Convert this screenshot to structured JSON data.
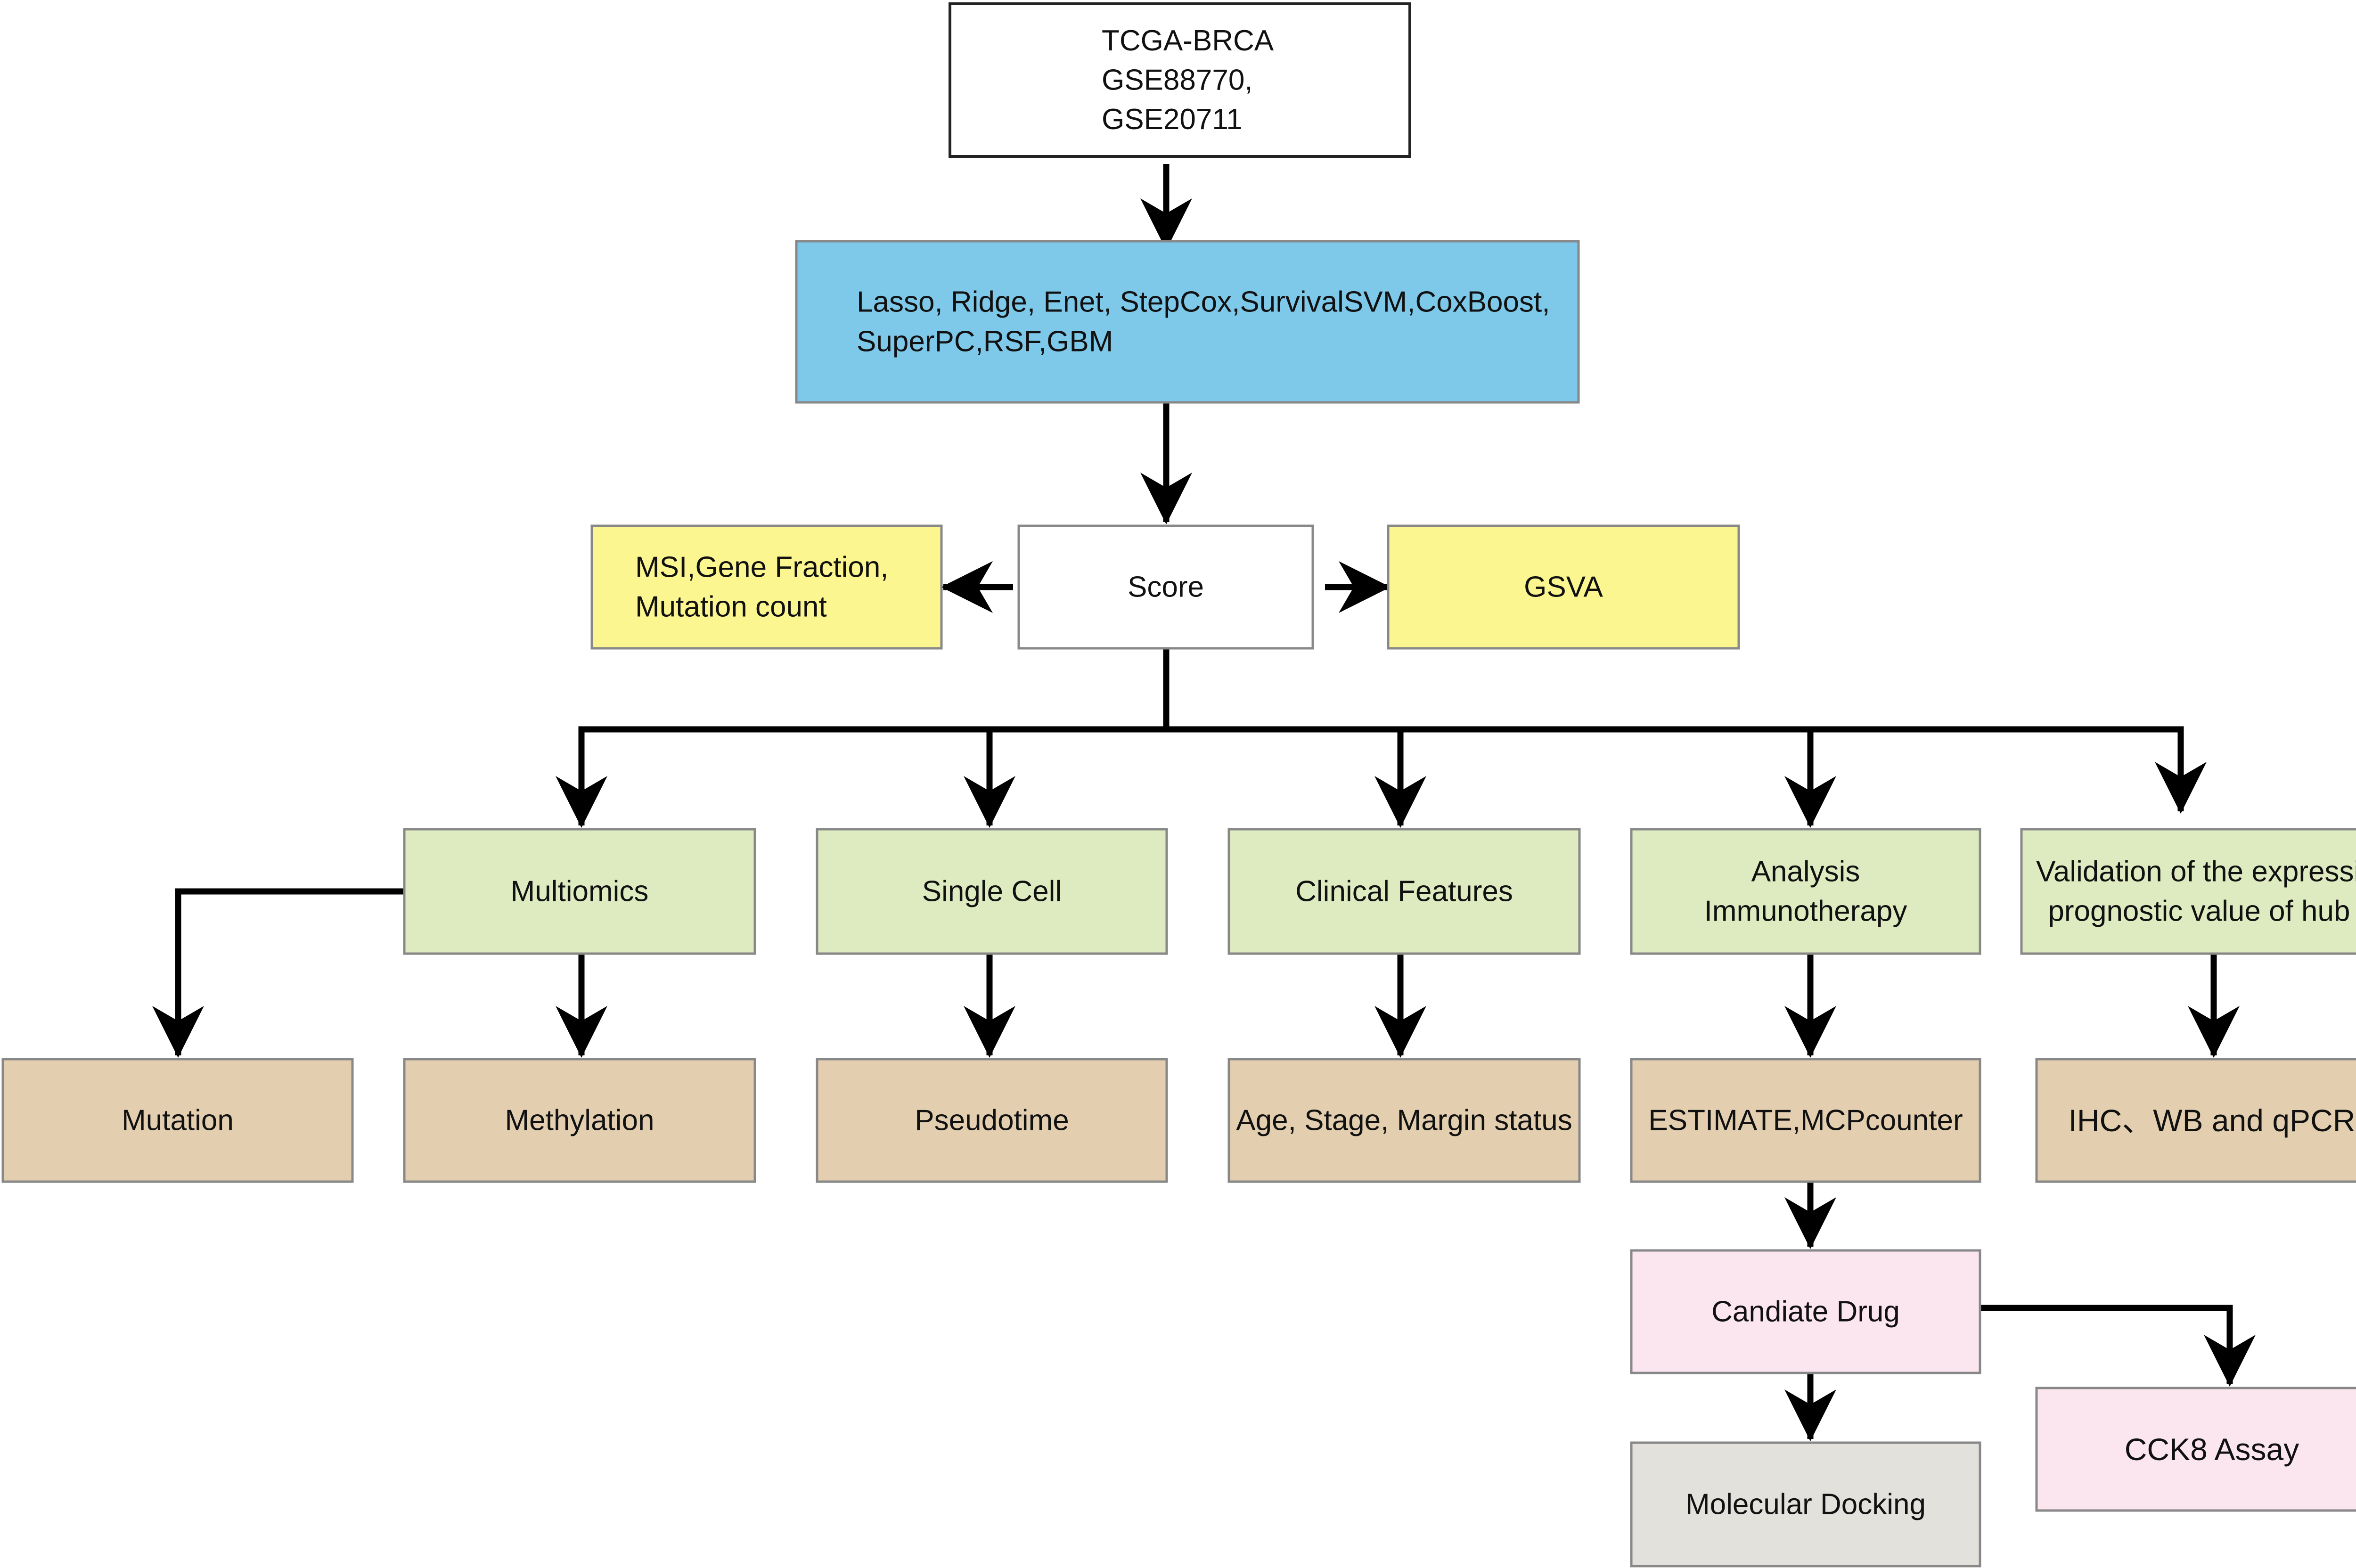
{
  "nodes": {
    "data_sources": {
      "lines": [
        "TCGA-BRCA",
        "GSE88770,",
        "GSE20711"
      ],
      "fill": "#ffffff"
    },
    "algorithms": {
      "lines": [
        "Lasso, Ridge, Enet, StepCox,SurvivalSVM,CoxBoost,",
        "SuperPC,RSF,GBM"
      ],
      "fill": "#7ec8ea"
    },
    "score": {
      "lines": [
        "Score"
      ],
      "fill": "#ffffff"
    },
    "msi": {
      "lines": [
        "MSI,Gene Fraction,",
        "Mutation count"
      ],
      "fill": "#fbf68f"
    },
    "gsva": {
      "lines": [
        "GSVA"
      ],
      "fill": "#fbf68f"
    },
    "multiomics": {
      "lines": [
        "Multiomics"
      ],
      "fill": "#deebc0"
    },
    "single_cell": {
      "lines": [
        "Single Cell"
      ],
      "fill": "#deebc0"
    },
    "clinical_features": {
      "lines": [
        "Clinical Features"
      ],
      "fill": "#deebc0"
    },
    "analysis_immunotherapy": {
      "lines": [
        "Analysis",
        "Immunotherapy"
      ],
      "fill": "#deebc0"
    },
    "validation": {
      "lines": [
        "Validation of the expression and",
        "prognostic value of  hub genes"
      ],
      "fill": "#deebc0"
    },
    "mutation": {
      "lines": [
        "Mutation"
      ],
      "fill": "#e3cfb0"
    },
    "methylation": {
      "lines": [
        "Methylation"
      ],
      "fill": "#e3cfb0"
    },
    "pseudotime": {
      "lines": [
        "Pseudotime"
      ],
      "fill": "#e3cfb0"
    },
    "age_stage": {
      "lines": [
        "Age, Stage, Margin status"
      ],
      "fill": "#e3cfb0"
    },
    "estimate": {
      "lines": [
        "ESTIMATE,MCPcounter"
      ],
      "fill": "#e3cfb0"
    },
    "ihc": {
      "lines": [
        "IHC、WB and qPCR"
      ],
      "fill": "#e3cfb0"
    },
    "candidate_drug": {
      "lines": [
        "Candiate Drug"
      ],
      "fill": "#fbe6ef"
    },
    "cck8": {
      "lines": [
        "CCK8 Assay"
      ],
      "fill": "#fbe6ef"
    },
    "docking": {
      "lines": [
        "Molecular Docking"
      ],
      "fill": "#e3e1dc"
    }
  },
  "edges": [
    {
      "from": "data_sources",
      "to": "algorithms"
    },
    {
      "from": "algorithms",
      "to": "score"
    },
    {
      "from": "score",
      "to": "msi"
    },
    {
      "from": "score",
      "to": "gsva"
    },
    {
      "from": "score",
      "to": "multiomics"
    },
    {
      "from": "score",
      "to": "single_cell"
    },
    {
      "from": "score",
      "to": "clinical_features"
    },
    {
      "from": "score",
      "to": "analysis_immunotherapy"
    },
    {
      "from": "score",
      "to": "validation"
    },
    {
      "from": "multiomics",
      "to": "mutation"
    },
    {
      "from": "multiomics",
      "to": "methylation"
    },
    {
      "from": "single_cell",
      "to": "pseudotime"
    },
    {
      "from": "clinical_features",
      "to": "age_stage"
    },
    {
      "from": "analysis_immunotherapy",
      "to": "estimate"
    },
    {
      "from": "validation",
      "to": "ihc"
    },
    {
      "from": "estimate",
      "to": "candidate_drug"
    },
    {
      "from": "candidate_drug",
      "to": "docking"
    },
    {
      "from": "candidate_drug",
      "to": "cck8"
    }
  ],
  "colors": {
    "line": "#000000",
    "box_stroke": "#888888",
    "data_box_stroke": "#222222"
  }
}
